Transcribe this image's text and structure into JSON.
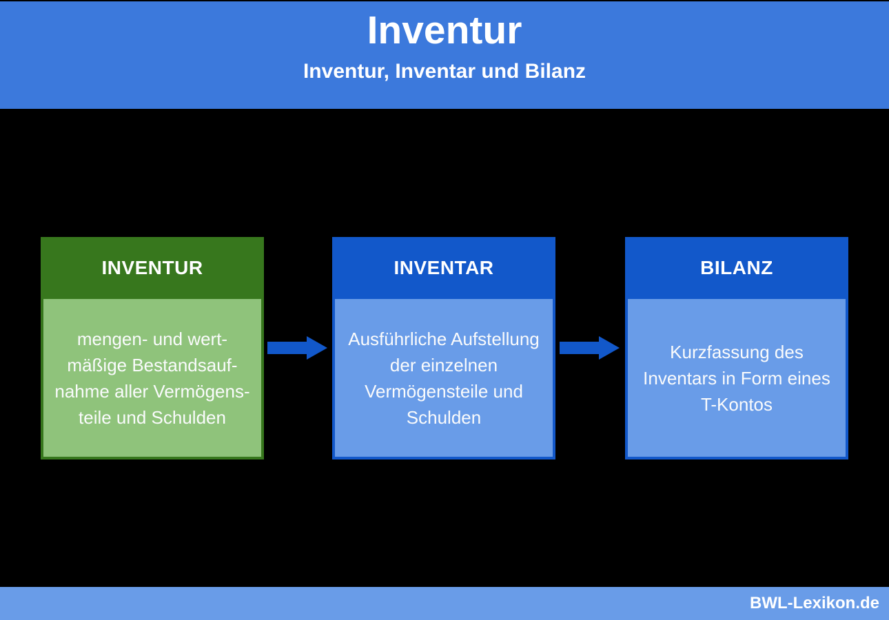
{
  "page": {
    "background_color": "#000000"
  },
  "banner": {
    "title": "Inventur",
    "subtitle": "Inventur, Inventar und Bilanz",
    "background_color": "#3C79DC",
    "text_color": "#FFFFFF"
  },
  "boxes": [
    {
      "id": "inventur",
      "title": "INVENTUR",
      "body": "mengen- und wert-\nmäßige Bestandsauf-\nnahme aller Vermögens-\nteile und Schulden",
      "header_color": "#37771D",
      "body_color": "#8FC37B"
    },
    {
      "id": "inventar",
      "title": "INVENTAR",
      "body": "Ausführliche Aufstellung\nder einzelnen\nVermögensteile und\nSchulden",
      "header_color": "#1258CA",
      "body_color": "#699CE8"
    },
    {
      "id": "bilanz",
      "title": "BILANZ",
      "body": "Kurzfassung des\nInventars in Form eines\nT-Kontos",
      "header_color": "#1258CA",
      "body_color": "#699CE8"
    }
  ],
  "arrows": {
    "direction": "right",
    "count": 2,
    "color": "#1258CA"
  },
  "footer": {
    "brand": "BWL-Lexikon.de",
    "background_color": "#699CE8",
    "text_color": "#FFFFFF"
  }
}
